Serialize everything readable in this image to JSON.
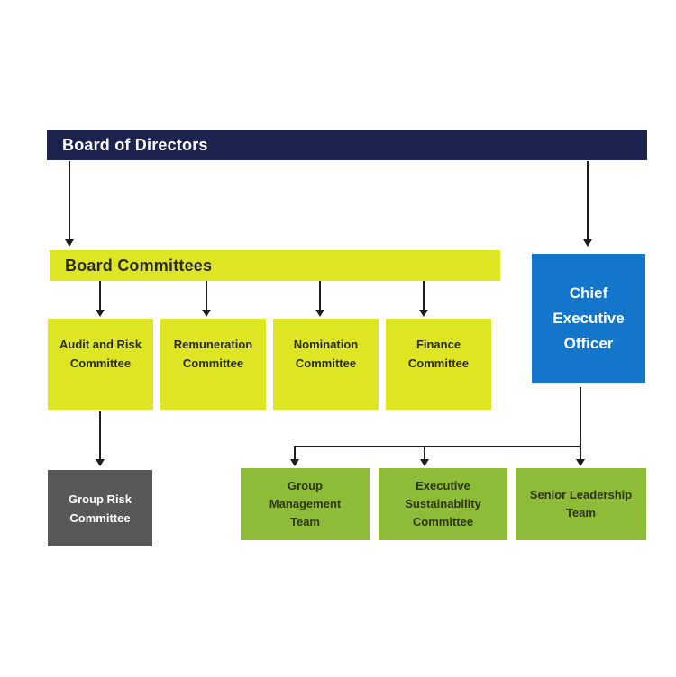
{
  "org_chart": {
    "board": {
      "label": "Board of Directors"
    },
    "board_committees": {
      "label": "Board Committees"
    },
    "ceo": {
      "label": "Chief Executive Officer"
    },
    "committees": [
      {
        "label": "Audit and Risk Committee"
      },
      {
        "label": "Remuneration Committee"
      },
      {
        "label": "Nomination Committee"
      },
      {
        "label": "Finance Committee"
      }
    ],
    "risk_subcommittee": {
      "label": "Group Risk Committee"
    },
    "executive_teams": [
      {
        "label": "Group Management Team"
      },
      {
        "label": "Executive Sustainability Committee"
      },
      {
        "label": "Senior Leadership Team"
      }
    ],
    "colors": {
      "navy": "#1c234f",
      "yellow": "#dee522",
      "blue": "#1476ca",
      "gray": "#585858",
      "green": "#8ebc39",
      "connector": "#1d1d1d",
      "text_dark": "#2b2b2b",
      "text_light": "#ffffff",
      "background": "#ffffff"
    }
  }
}
